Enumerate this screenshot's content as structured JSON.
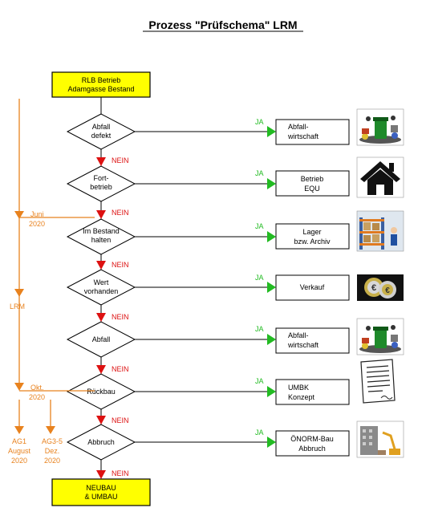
{
  "title": "Prozess \"Prüfschema\" LRM",
  "start": {
    "line1": "RLB Betrieb",
    "line2": "Adamgasse Bestand"
  },
  "end": {
    "line1": "NEUBAU",
    "line2": "& UMBAU"
  },
  "yes_label": "JA",
  "no_label": "NEIN",
  "decisions": [
    {
      "line1": "Abfall",
      "line2": "defekt"
    },
    {
      "line1": "Fort-",
      "line2": "betrieb"
    },
    {
      "line1": "Im Bestand",
      "line2": "halten"
    },
    {
      "line1": "Wert",
      "line2": "vorhanden"
    },
    {
      "line1": "Abfall",
      "line2": ""
    },
    {
      "line1": "Rückbau",
      "line2": ""
    },
    {
      "line1": "Abbruch",
      "line2": ""
    }
  ],
  "outcomes": [
    {
      "line1": "Abfall-",
      "line2": "wirtschaft",
      "icon": "trash-heap-icon"
    },
    {
      "line1": "Betrieb",
      "line2": "EQU",
      "icon": "house-icon"
    },
    {
      "line1": "Lager",
      "line2": "bzw. Archiv",
      "icon": "warehouse-shelves-icon"
    },
    {
      "line1": "Verkauf",
      "line2": "",
      "icon": "euro-coins-icon"
    },
    {
      "line1": "Abfall-",
      "line2": "wirtschaft",
      "icon": "trash-heap-icon"
    },
    {
      "line1": "UMBK",
      "line2": "Konzept",
      "icon": "document-icon"
    },
    {
      "line1": "ÖNORM-Bau",
      "line2": "Abbruch",
      "icon": "demolition-icon"
    }
  ],
  "timeline": {
    "juni": {
      "line1": "Juni",
      "line2": "2020"
    },
    "okt": {
      "line1": "Okt.",
      "line2": "2020"
    },
    "lrm": "LRM",
    "ag1": {
      "line1": "AG1",
      "line2": "August",
      "line3": "2020"
    },
    "ag35": {
      "line1": "AG3-5",
      "line2": "Dez.",
      "line3": "2020"
    }
  },
  "colors": {
    "start_end_fill": "#ffff00",
    "yes": "#22bb22",
    "no": "#dd1111",
    "timeline": "#e8821e"
  }
}
